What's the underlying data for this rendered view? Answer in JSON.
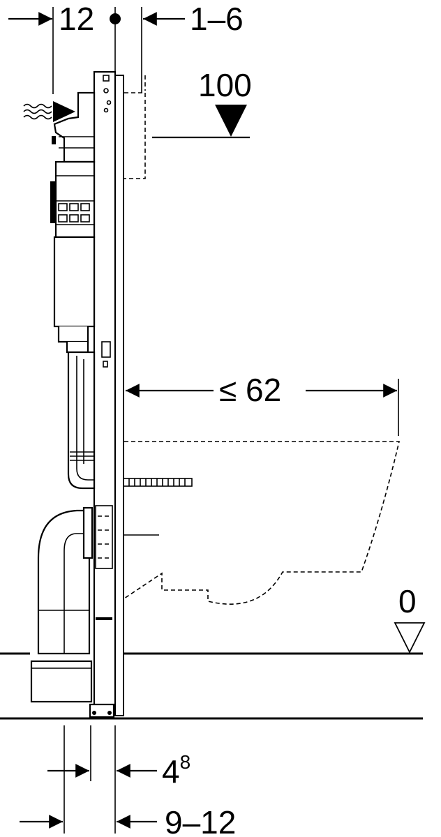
{
  "dimensions": {
    "top_left": "12",
    "top_right": "1–6",
    "height_mark": "100",
    "depth": "≤ 62",
    "floor_level": "0",
    "bottom_base": "4",
    "bottom_base_sup": "8",
    "bottom_range": "9–12"
  },
  "icons": {
    "water_supply": "water-supply-icon",
    "level_marker": "level-triangle-icon"
  }
}
